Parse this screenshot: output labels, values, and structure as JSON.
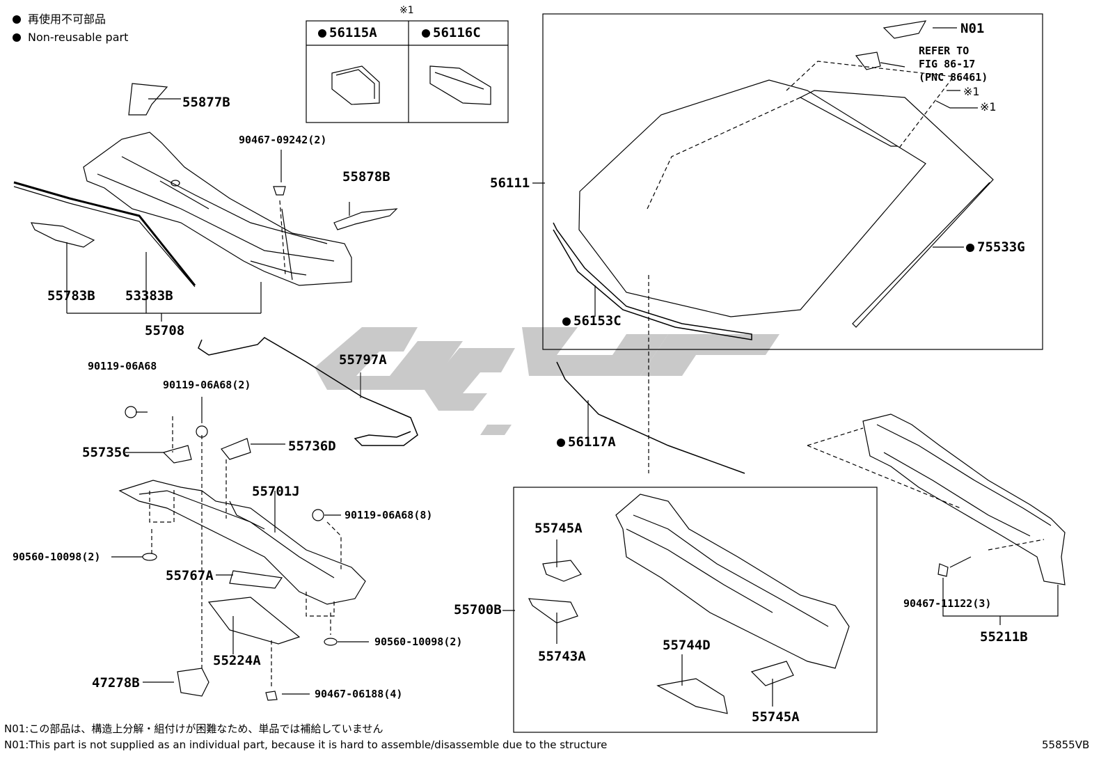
{
  "legend": {
    "jp": "再使用不可部品",
    "en": "Non-reusable part"
  },
  "inset_table": {
    "mark": "※1",
    "col1": "56115A",
    "col2": "56116C"
  },
  "labels": {
    "p55877B": "55877B",
    "p90467_09242": "90467-09242(2)",
    "p55878B": "55878B",
    "p55783B": "55783B",
    "p53383B": "53383B",
    "p55708": "55708",
    "p55797A": "55797A",
    "p90119_a": "90119-06A68",
    "p90119_b": "90119-06A68(2)",
    "p55735C": "55735C",
    "p55736D": "55736D",
    "p55701J": "55701J",
    "p90119_c": "90119-06A68(8)",
    "p90560_a": "90560-10098(2)",
    "p55767A": "55767A",
    "p90560_b": "90560-10098(2)",
    "p55224A": "55224A",
    "p47278B": "47278B",
    "p90467_06188": "90467-06188(4)",
    "p56111": "56111",
    "pN01": "N01",
    "refer1": "REFER TO",
    "refer2": "FIG 86-17",
    "refer3": "(PNC 86461)",
    "mark1a": "※1",
    "mark1b": "※1",
    "p75533G": "75533G",
    "p56153C": "56153C",
    "p56117A": "56117A",
    "p55745A_a": "55745A",
    "p55700B": "55700B",
    "p55743A": "55743A",
    "p55744D": "55744D",
    "p55745A_b": "55745A",
    "p90467_11122": "90467-11122(3)",
    "p55211B": "55211B"
  },
  "footer": {
    "note_jp": "N01:この部品は、構造上分解・組付けが困難なため、単品では補給していません",
    "note_en": "N01:This part is not supplied as an individual part, because it is hard to assemble/disassemble due to the structure",
    "figure_code": "55855VB"
  }
}
